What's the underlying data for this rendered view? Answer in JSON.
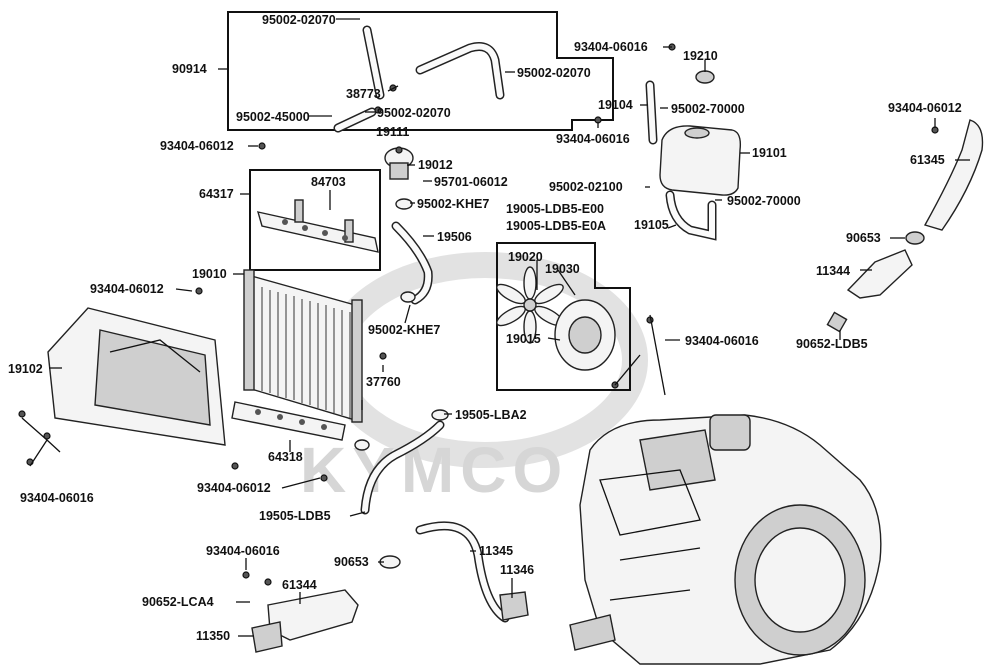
{
  "watermark": "KYMCO",
  "labels": {
    "p95002_02070_top": "95002-02070",
    "p90914": "90914",
    "p38773": "38773",
    "p95002_02070_right": "95002-02070",
    "p95002_45000": "95002-45000",
    "p95002_02070_mid": "95002-02070",
    "p19111": "19111",
    "p93404_06012_a": "93404-06012",
    "p19012": "19012",
    "p95701_06012": "95701-06012",
    "p64317": "64317",
    "p84703": "84703",
    "p95002_KHE7_a": "95002-KHE7",
    "p19506": "19506",
    "p19010": "19010",
    "p93404_06012_b": "93404-06012",
    "p95002_KHE7_b": "95002-KHE7",
    "p37760": "37760",
    "p19102": "19102",
    "p19505_LBA2": "19505-LBA2",
    "p64318": "64318",
    "p93404_06016_a": "93404-06016",
    "p93404_06012_c": "93404-06012",
    "p19505_LDB5": "19505-LDB5",
    "p93404_06016_b": "93404-06016",
    "p90653_a": "90653",
    "p11345": "11345",
    "p11346": "11346",
    "p90652_LCA4": "90652-LCA4",
    "p61344": "61344",
    "p11350": "11350",
    "p93404_06016_c": "93404-06016",
    "p19210": "19210",
    "p19104": "19104",
    "p95002_70000_a": "95002-70000",
    "p93404_06016_d": "93404-06016",
    "p19101": "19101",
    "p95002_02100": "95002-02100",
    "p95002_70000_b": "95002-70000",
    "p19005_LDB5_E00": "19005-LDB5-E00",
    "p19005_LDB5_E0A": "19005-LDB5-E0A",
    "p19105": "19105",
    "p19020": "19020",
    "p19030": "19030",
    "p19015": "19015",
    "p93404_06016_e": "93404-06016",
    "p93404_06012_d": "93404-06012",
    "p61345": "61345",
    "p90653_b": "90653",
    "p11344": "11344",
    "p90652_LDB5": "90652-LDB5"
  }
}
